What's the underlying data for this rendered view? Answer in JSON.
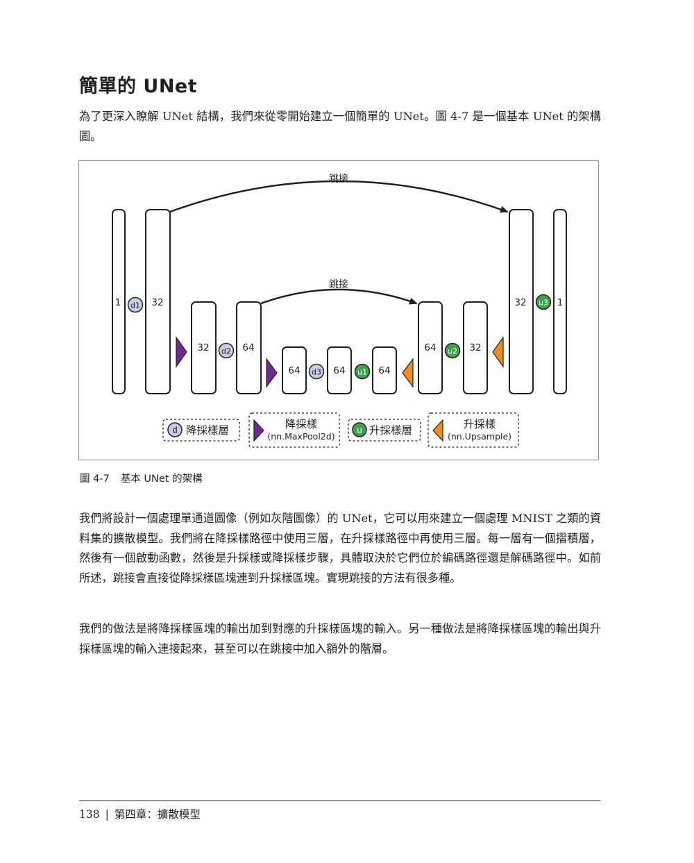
{
  "section": {
    "heading": "簡單的 UNet",
    "intro": "為了更深入瞭解 UNet 結構，我們來從零開始建立一個簡單的 UNet。圖 4-7 是一個基本 UNet 的架構圖。"
  },
  "figure": {
    "skip_label_outer": "跳接",
    "skip_label_inner": "跳接",
    "blocks": [
      "1",
      "32",
      "32",
      "64",
      "64",
      "64",
      "64",
      "64",
      "32",
      "32",
      "1"
    ],
    "badges": [
      "d1",
      "d2",
      "d3",
      "u1",
      "u2",
      "u3"
    ],
    "colors": {
      "down_badge": "#c5cee6",
      "up_badge": "#3fa34d",
      "downsample_arrow": "#6f2b93",
      "upsample_arrow": "#f28c1f"
    },
    "legend": {
      "down_badge_letter": "d",
      "down_layer_label": "降採樣層",
      "downsample_label": "降採樣",
      "downsample_sub": "(nn.MaxPool2d)",
      "up_badge_letter": "u",
      "up_layer_label": "升採樣層",
      "upsample_label": "升採樣",
      "upsample_sub": "(nn.Upsample)"
    }
  },
  "caption": {
    "number": "圖 4-7",
    "text": "基本 UNet 的架構"
  },
  "paragraphs": [
    "我們將設計一個處理單通道圖像（例如灰階圖像）的 UNet，它可以用來建立一個處理 MNIST 之類的資料集的擴散模型。我們將在降採樣路徑中使用三層，在升採樣路徑中再使用三層。每一層有一個摺積層，然後有一個啟動函數，然後是升採樣或降採樣步驟，具體取決於它們位於編碼路徑還是解碼路徑中。如前所述，跳接會直接從降採樣區塊連到升採樣區塊。實現跳接的方法有很多種。",
    "我們的做法是將降採樣區塊的輸出加到對應的升採樣區塊的輸入。另一種做法是將降採樣區塊的輸出與升採樣區塊的輸入連接起來，甚至可以在跳接中加入額外的階層。"
  ],
  "footer": {
    "page_number": "138",
    "chapter": "第四章：擴散模型"
  }
}
